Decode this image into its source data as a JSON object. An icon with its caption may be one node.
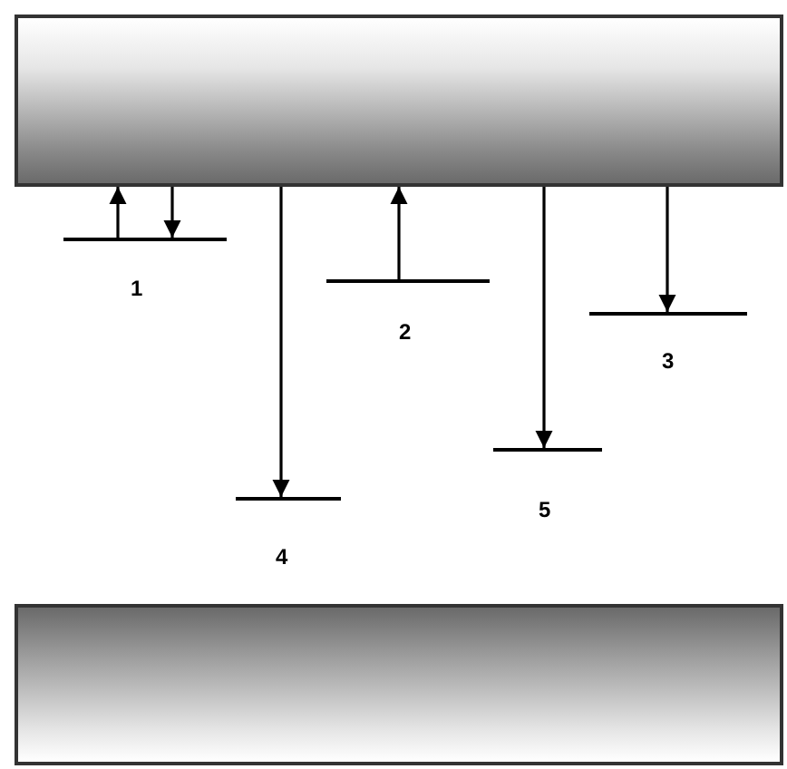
{
  "diagram": {
    "nodes": [
      {
        "text": [],
        "shape": "band"
      },
      {
        "text": [],
        "shape": "bar",
        "beside": [
          "1"
        ]
      },
      {
        "text": [],
        "shape": "bar",
        "beside": [
          "4"
        ]
      },
      {
        "text": [],
        "shape": "bar",
        "beside": [
          "2"
        ]
      },
      {
        "text": [],
        "shape": "bar",
        "beside": [
          "5"
        ]
      },
      {
        "text": [],
        "shape": "bar",
        "beside": [
          "3"
        ]
      },
      {
        "text": [],
        "shape": "band"
      }
    ],
    "edges": [
      {
        "from": 1,
        "to": 0,
        "arrow": "to"
      },
      {
        "from": 0,
        "to": 1,
        "arrow": "to"
      },
      {
        "from": 0,
        "to": 2,
        "arrow": "to"
      },
      {
        "from": 3,
        "to": 0,
        "arrow": "to"
      },
      {
        "from": 0,
        "to": 4,
        "arrow": "to"
      },
      {
        "from": 0,
        "to": 5,
        "arrow": "to"
      }
    ]
  }
}
